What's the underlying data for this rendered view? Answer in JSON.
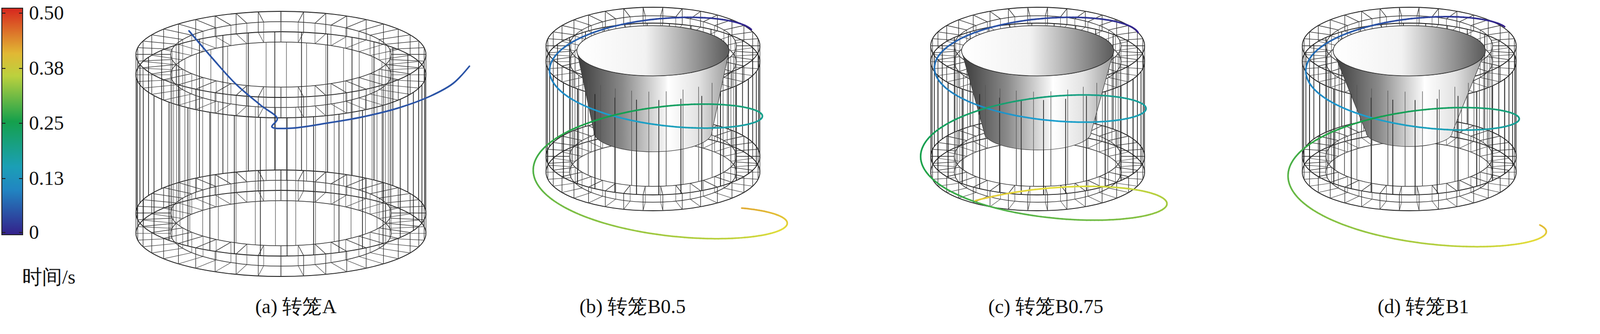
{
  "diagram": {
    "labels": [
      "0.50",
      "0.38",
      "0.25",
      "0.13",
      "0",
      "时间/s",
      "(a) 转笼A",
      "(b) 转笼B0.5",
      "(c) 转笼B0.75",
      "(d) 转笼B1"
    ]
  }
}
